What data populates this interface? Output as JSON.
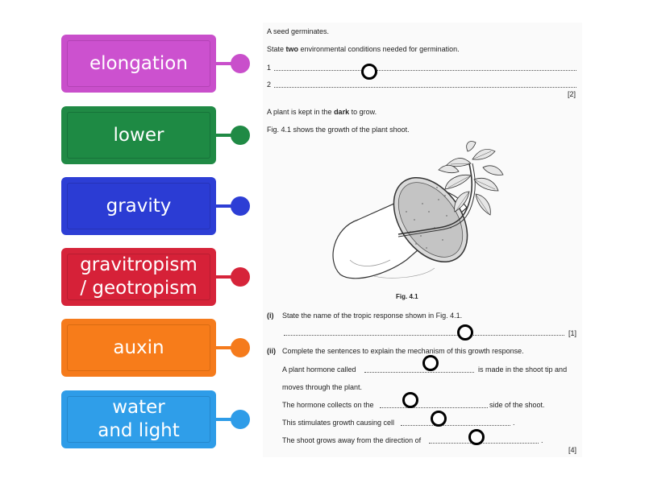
{
  "answers": [
    {
      "label": "elongation",
      "color": "#c94fcb",
      "inner": "#cc51cf",
      "border": "#b343b5"
    },
    {
      "label": "lower",
      "color": "#208a45",
      "inner": "#1e8a44",
      "border": "#17733a"
    },
    {
      "label": "gravity",
      "color": "#2d3ed5",
      "inner": "#2b3cd4",
      "border": "#2533b8"
    },
    {
      "label": "gravitropism\n/ geotropism",
      "color": "#d6243a",
      "inner": "#d62138",
      "border": "#b81d31"
    },
    {
      "label": "auxin",
      "color": "#f57b1c",
      "inner": "#f77c1a",
      "border": "#d96b12"
    },
    {
      "label": "water\nand light",
      "color": "#2e9ce8",
      "inner": "#2f9ee9",
      "border": "#2588cc"
    }
  ],
  "worksheet": {
    "q1_intro": "A seed germinates.",
    "q1_prompt_pre": "State ",
    "q1_prompt_bold": "two",
    "q1_prompt_post": " environmental conditions needed for germination.",
    "q1_num1": "1",
    "q1_num2": "2",
    "q1_marks": "[2]",
    "q2_intro_pre": "A plant is kept in the ",
    "q2_intro_bold": "dark",
    "q2_intro_post": " to grow.",
    "q2_fig_ref": "Fig. 4.1 shows the growth of the plant shoot.",
    "fig_caption": "Fig. 4.1",
    "q_i_label": "(i)",
    "q_i_text": "State the name of the tropic response shown in Fig. 4.1.",
    "q_i_marks": "[1]",
    "q_ii_label": "(ii)",
    "q_ii_text": "Complete the sentences to explain the mechanism of this growth response.",
    "s1_pre": "A plant hormone called",
    "s1_post": "is made in the shoot tip and",
    "s1_cont": "moves through the plant.",
    "s2_pre": "The hormone collects on the",
    "s2_post": "side of the shoot.",
    "s3_pre": "This stimulates growth causing cell",
    "s3_post": ".",
    "s4_pre": "The shoot grows away from the direction of",
    "s4_post": ".",
    "q_ii_marks": "[4]"
  }
}
